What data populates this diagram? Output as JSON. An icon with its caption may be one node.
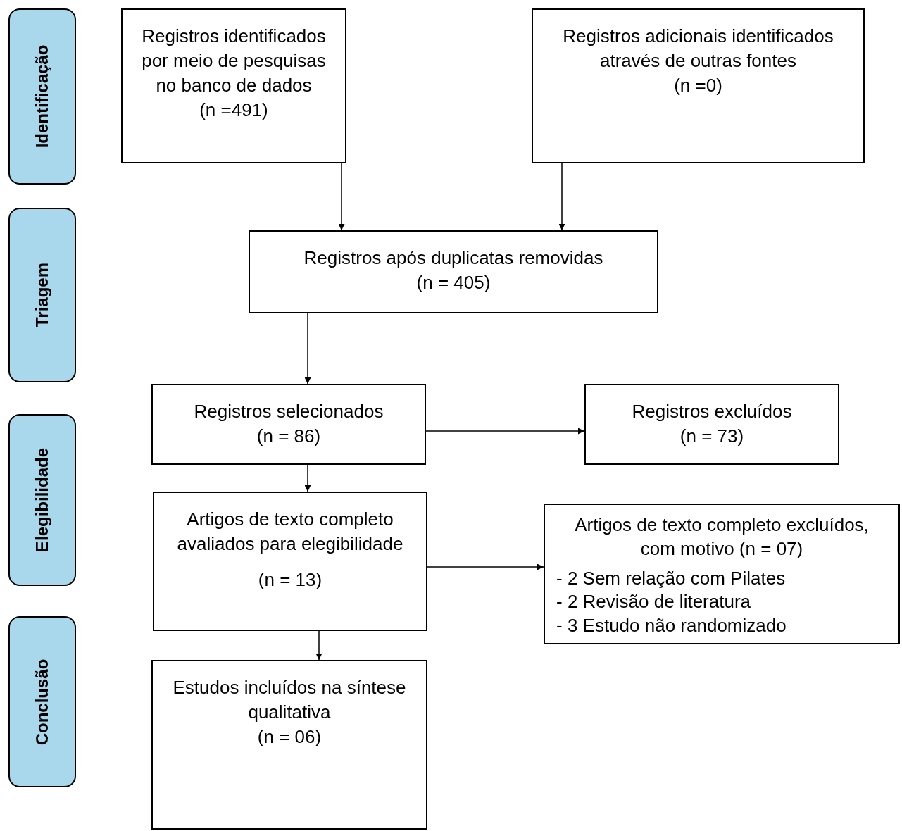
{
  "diagram": {
    "nodes": [
      {
        "text": [
          "Identificação"
        ]
      },
      {
        "text": [
          "Triagem"
        ]
      },
      {
        "text": [
          "Elegibilidade"
        ]
      },
      {
        "text": [
          "Conclusão"
        ]
      },
      {
        "text": [
          "Registros identificados por meio de pesquisas no banco de dados",
          "(n =491)"
        ]
      },
      {
        "text": [
          "Registros adicionais identificados através de outras fontes",
          "(n =0)"
        ]
      },
      {
        "text": [
          "Registros após duplicatas removidas",
          "(n = 405)"
        ]
      },
      {
        "text": [
          "Registros selecionados",
          "(n = 86)"
        ]
      },
      {
        "text": [
          "Registros excluídos",
          "(n = 73)"
        ]
      },
      {
        "text": [
          "Artigos de texto completo avaliados para elegibilidade",
          "(n = 13)"
        ]
      },
      {
        "text": [
          "Artigos de texto completo excluídos, com motivo (n = 07)",
          "- 2 Sem relação com Pilates",
          "- 2 Revisão de literatura",
          "- 3 Estudo não randomizado"
        ]
      },
      {
        "text": [
          "Estudos incluídos na síntese qualitativa",
          "(n = 06)"
        ]
      }
    ],
    "edges": [
      {
        "from": 4,
        "to": 6,
        "arrow": "to"
      },
      {
        "from": 5,
        "to": 6,
        "arrow": "to"
      },
      {
        "from": 6,
        "to": 7,
        "arrow": "to"
      },
      {
        "from": 7,
        "to": 8,
        "arrow": "to"
      },
      {
        "from": 7,
        "to": 9,
        "arrow": "to"
      },
      {
        "from": 9,
        "to": 10,
        "arrow": "to"
      },
      {
        "from": 9,
        "to": 11,
        "arrow": "to"
      }
    ]
  }
}
